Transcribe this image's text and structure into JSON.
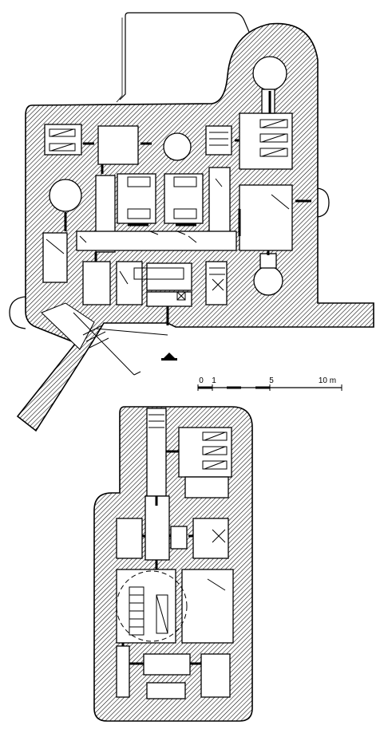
{
  "colors": {
    "ink": "#000000",
    "paper": "#ffffff",
    "hatch": "#000000"
  },
  "scale_bar": {
    "labels": [
      "0",
      "1",
      "5",
      "10 m"
    ]
  },
  "entrance_marker": {
    "icon": "entrance-arrow-icon"
  }
}
